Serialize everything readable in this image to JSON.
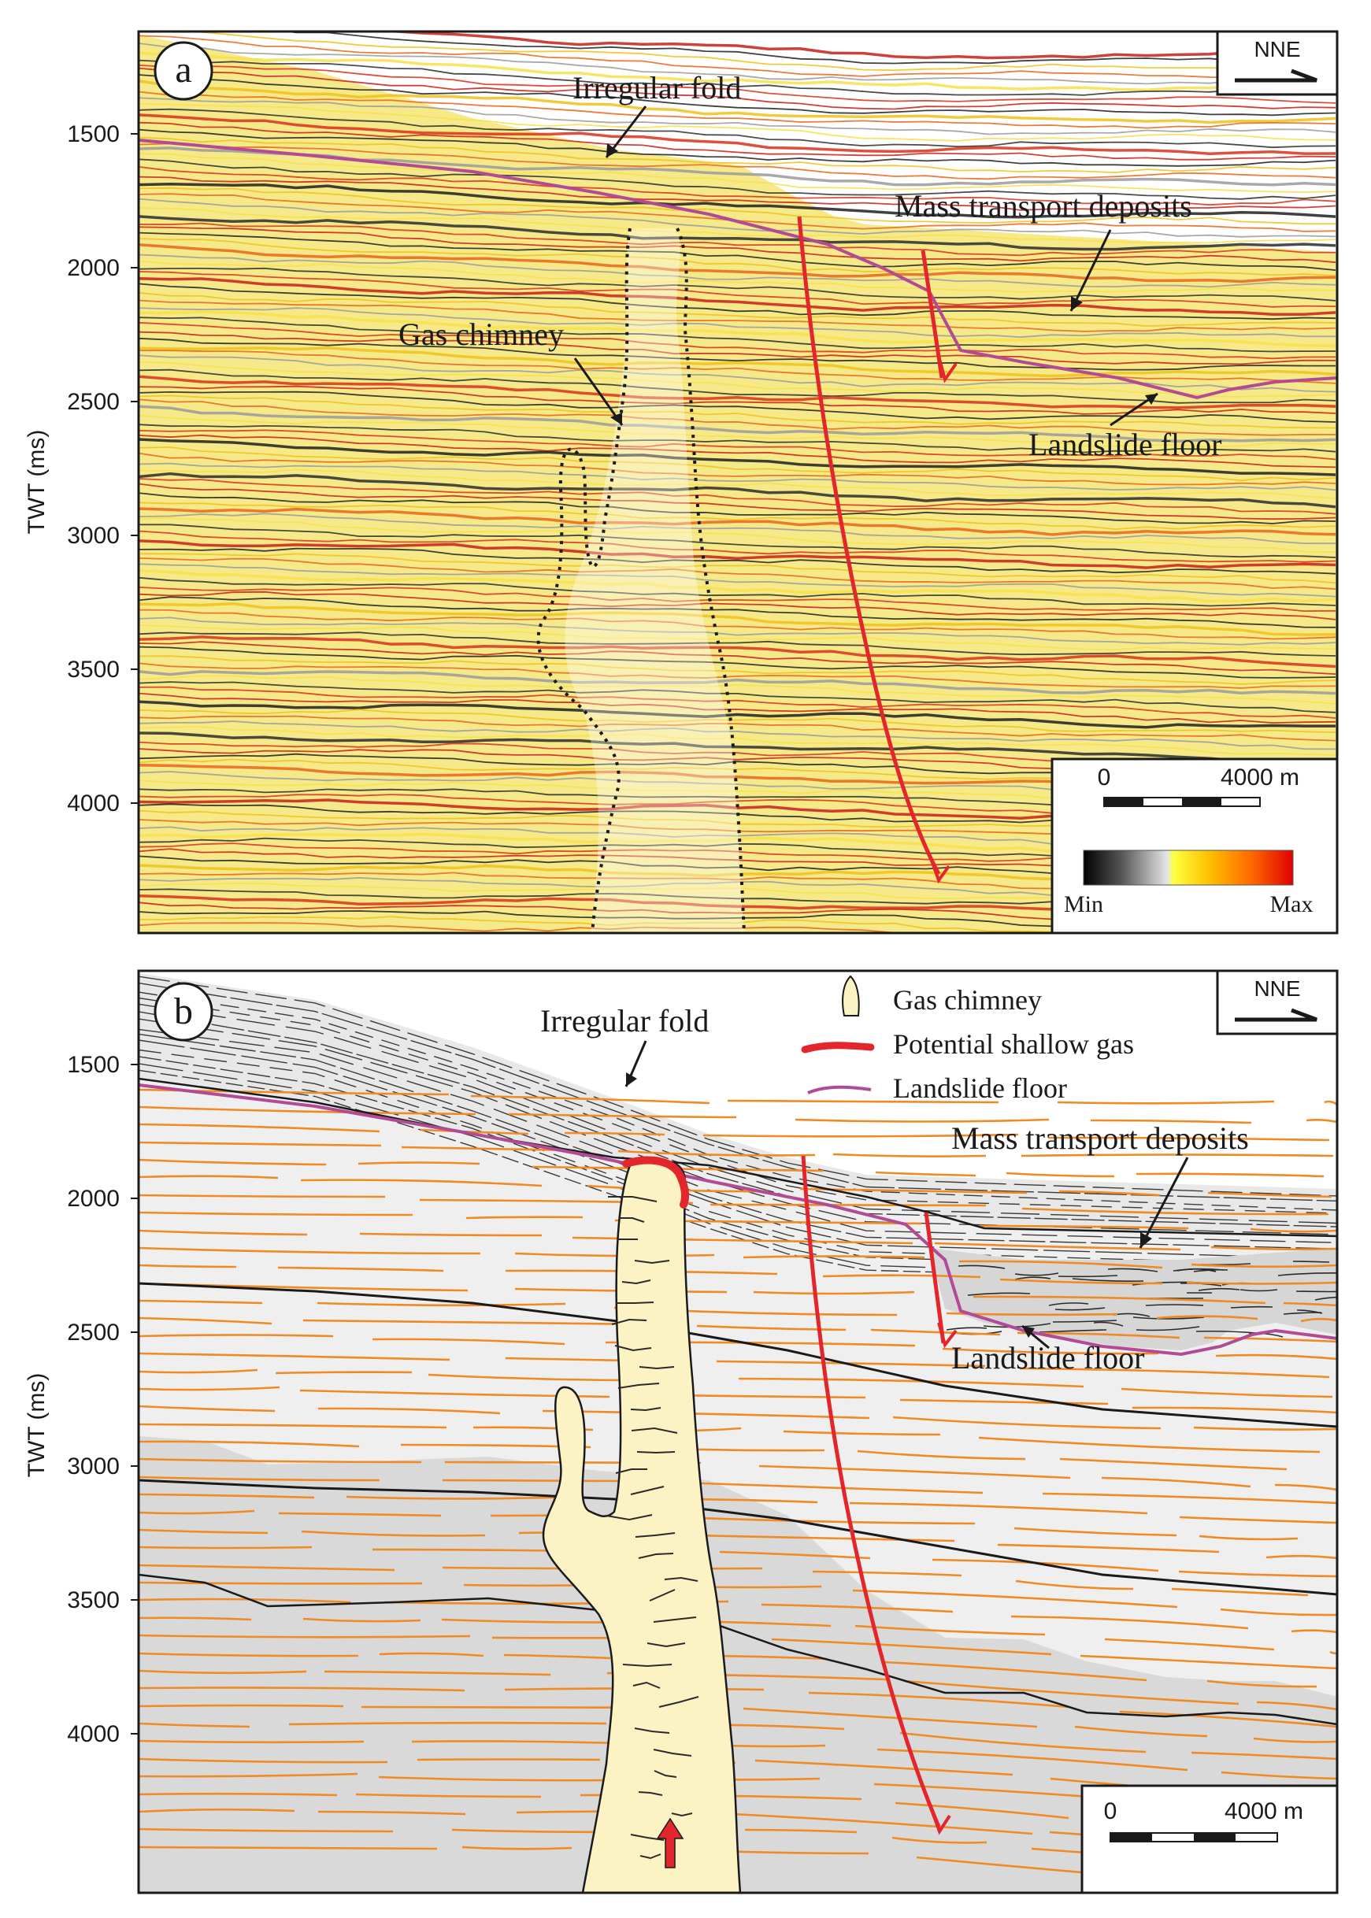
{
  "panel_a": {
    "letter": "a",
    "axis_label": "TWT (ms)",
    "ticks": [
      "1500",
      "2000",
      "2500",
      "3000",
      "3500",
      "4000"
    ],
    "compass": "NNE",
    "annotations": {
      "irregular_fold": "Irregular fold",
      "mass_transport": "Mass transport deposits",
      "gas_chimney": "Gas chimney",
      "landslide_floor": "Landslide floor"
    },
    "scale": {
      "zero": "0",
      "distance": "4000 m"
    },
    "colorbar": {
      "min": "Min",
      "max": "Max"
    }
  },
  "panel_b": {
    "letter": "b",
    "axis_label": "TWT (ms)",
    "ticks": [
      "1500",
      "2000",
      "2500",
      "3000",
      "3500",
      "4000"
    ],
    "compass": "NNE",
    "annotations": {
      "irregular_fold": "Irregular fold",
      "mass_transport": "Mass transport deposits",
      "landslide_floor": "Landslide floor"
    },
    "legend": {
      "gas_chimney": "Gas chimney",
      "shallow_gas": "Potential shallow gas",
      "landslide_floor": "Landslide floor"
    },
    "scale": {
      "zero": "0",
      "distance": "4000 m"
    }
  },
  "colors": {
    "fault": "#e3262b",
    "landslide_floor": "#b24a95",
    "horizon_orange": "#ef8a24",
    "chimney_fill": "#fbf3c4",
    "seismic_yellow": "#f3d21e",
    "seismic_red": "#c81f17"
  }
}
